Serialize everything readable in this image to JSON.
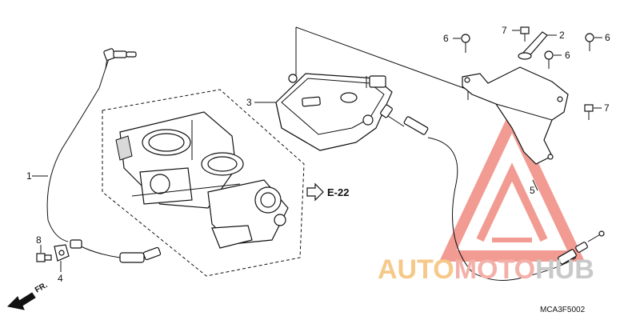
{
  "callouts": {
    "c1": "1",
    "c2": "2",
    "c3": "3",
    "c4": "4",
    "c5": "5",
    "c6a": "6",
    "c6b": "6",
    "c6c": "6",
    "c7a": "7",
    "c7b": "7",
    "c8": "8"
  },
  "reference": {
    "label": "E-22",
    "arrow_icon": "outline-arrow-right-icon"
  },
  "front_marker": {
    "label": "FR.",
    "icon": "front-arrow-icon"
  },
  "diagram_code": "MCA3F5002",
  "watermark": {
    "part1": "AUTO",
    "part2": "MOTO",
    "part3": "HUB",
    "colors": {
      "auto": "#f6c98a",
      "moto": "#f3b0a8",
      "hub": "#c9c9c9",
      "triangle": "#f08a80"
    }
  }
}
